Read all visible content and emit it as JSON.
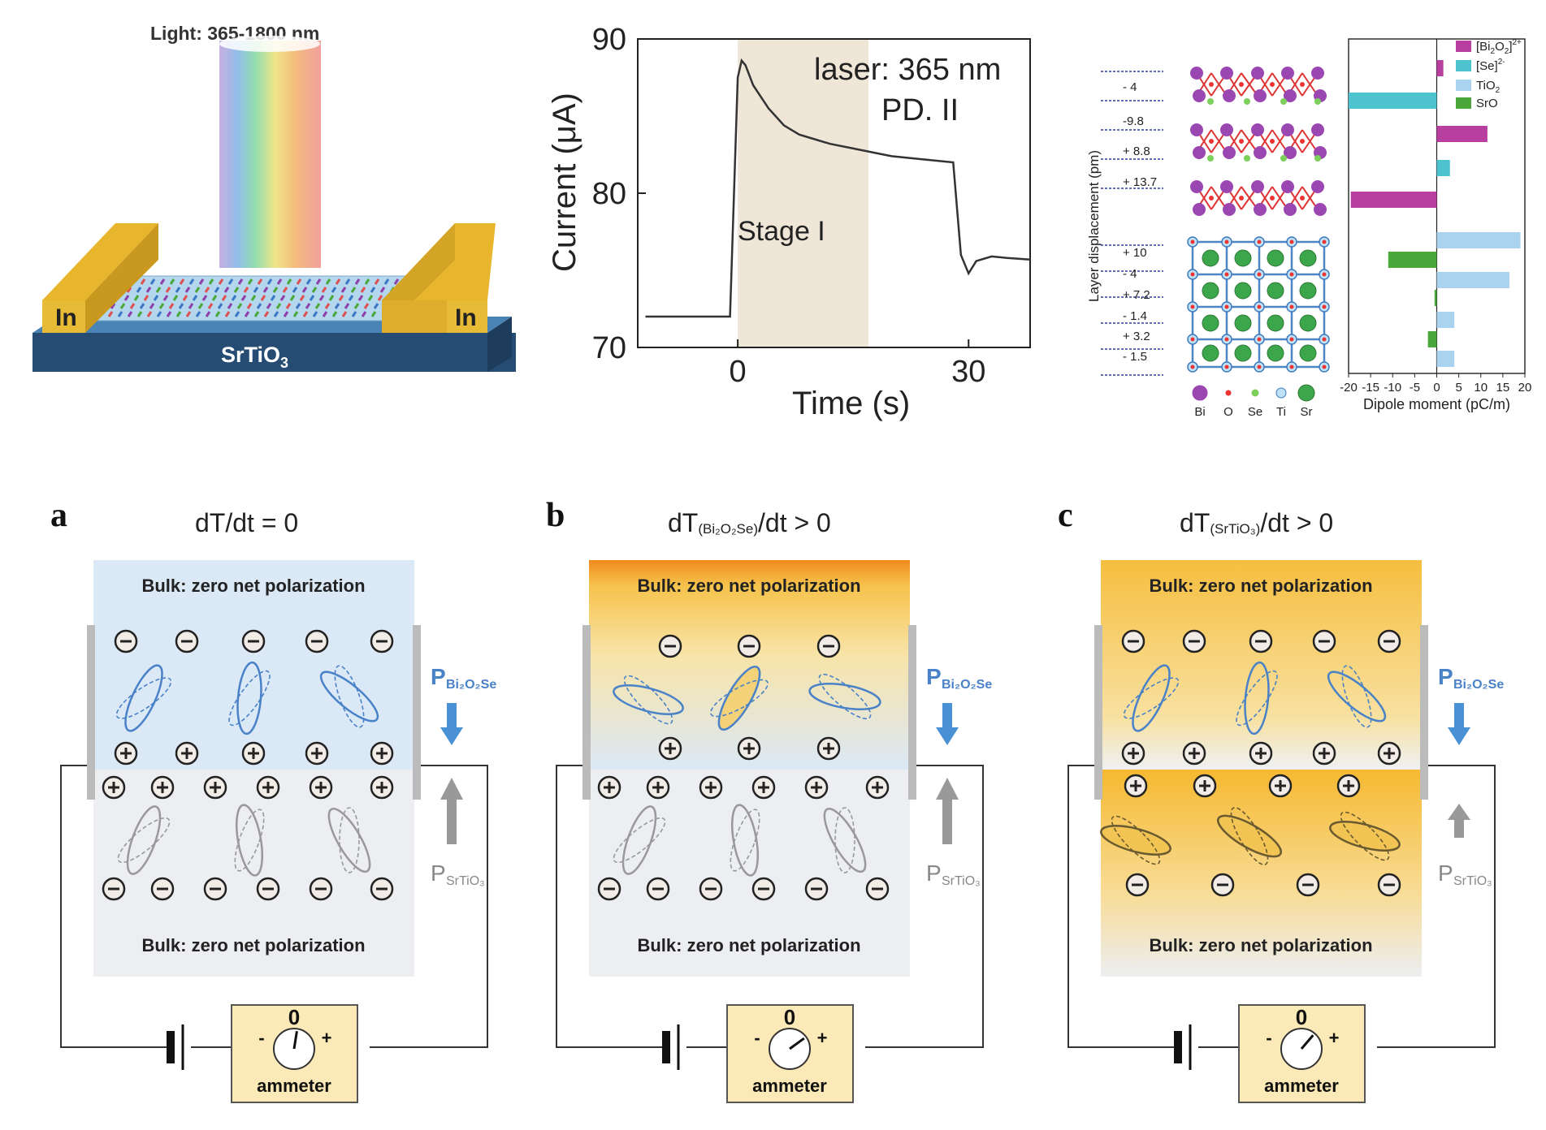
{
  "device": {
    "light_label": "Light:  365-1800 nm",
    "substrate_main": "SrTiO",
    "substrate_sub": "3",
    "electrode_left": "In",
    "electrode_right": "In"
  },
  "current_chart": {
    "ylabel": "Current (μA)",
    "xlabel": "Time (s)",
    "x_ticks": [
      "0",
      "30"
    ],
    "y_ticks": [
      "70",
      "80",
      "90"
    ],
    "annotation_line1": "laser: 365 nm",
    "annotation_line2": "PD. II",
    "stage_label": "Stage I"
  },
  "dipole_chart": {
    "ylabel": "Layer displacement (pm)",
    "xlabel": "Dipole moment (pC/m)",
    "x_ticks": [
      "-20",
      "-15",
      "-10",
      "-5",
      "0",
      "5",
      "10",
      "15",
      "20"
    ],
    "displacements": [
      "- 4",
      "-9.8",
      "+ 8.8",
      "+ 13.7",
      "+ 10",
      "- 4",
      "+ 7.2",
      "- 1.4",
      "+ 3.2",
      "- 1.5"
    ],
    "legend": [
      {
        "main": "[Bi",
        "sub": "2",
        "main2": "O",
        "sub2": "2",
        "end": "]",
        "sup": "2+",
        "color": "#b83fa0"
      },
      {
        "main": "[Se]",
        "sub": "",
        "main2": "",
        "sub2": "",
        "end": "",
        "sup": "2-",
        "color": "#4cc3cf"
      },
      {
        "main": "TiO",
        "sub": "2",
        "main2": "",
        "sub2": "",
        "end": "",
        "sup": "",
        "color": "#a9d3ef"
      },
      {
        "main": "SrO",
        "sub": "",
        "main2": "",
        "sub2": "",
        "end": "",
        "sup": "",
        "color": "#4aa83a"
      }
    ],
    "atoms": [
      "Bi",
      "O",
      "Se",
      "Ti",
      "Sr"
    ]
  },
  "chart_data": [
    {
      "type": "line",
      "x": [
        -12,
        -1,
        0,
        0.5,
        1,
        2,
        4,
        6,
        8,
        10,
        12,
        15,
        18,
        20,
        24,
        28,
        29,
        30,
        31,
        33,
        35,
        38
      ],
      "y": [
        72.0,
        72.0,
        87.5,
        88.6,
        88.3,
        87.0,
        85.5,
        84.4,
        83.8,
        83.5,
        83.2,
        82.9,
        82.6,
        82.4,
        82.2,
        82.0,
        76.0,
        74.8,
        75.6,
        75.9,
        75.8,
        75.7
      ],
      "xlabel": "Time (s)",
      "ylabel": "Current (μA)",
      "xlim": [
        -13,
        38
      ],
      "ylim": [
        70,
        90
      ],
      "shaded_region": [
        0,
        17
      ]
    },
    {
      "type": "bar",
      "orientation": "horizontal",
      "categories": [
        "- 4",
        "-9.8",
        "+ 8.8",
        "+ 13.7",
        "+ 10",
        "- 4",
        "+ 7.2",
        "- 1.4",
        "+ 3.2",
        "- 1.5"
      ],
      "bars": [
        {
          "value": 1.5,
          "group": "[Bi2O2]2+"
        },
        {
          "value": -20,
          "group": "[Se]2-"
        },
        {
          "value": 11.5,
          "group": "[Bi2O2]2+"
        },
        {
          "value": 3,
          "group": "[Se]2-"
        },
        {
          "value": -19.5,
          "group": "[Bi2O2]2+"
        },
        {
          "value": 19,
          "group": "TiO2"
        },
        {
          "value": -11,
          "group": "SrO"
        },
        {
          "value": 16.5,
          "group": "TiO2"
        },
        {
          "value": -0.5,
          "group": "SrO"
        },
        {
          "value": 4,
          "group": "TiO2"
        },
        {
          "value": -2,
          "group": "SrO"
        },
        {
          "value": 4,
          "group": "TiO2"
        }
      ],
      "xlabel": "Dipole moment (pC/m)",
      "ylabel": "Layer displacement (pm)",
      "xlim": [
        -20,
        20
      ]
    }
  ],
  "panels": [
    {
      "letter": "a",
      "title_main": "dT/dt = 0",
      "title_pre": "",
      "title_sub": "",
      "title_post": "",
      "bulk_top": "Bulk: zero net polarization",
      "bulk_bottom": "Bulk: zero net polarization",
      "p_top_main": "P",
      "p_top_sub": "Bi₂O₂Se",
      "p_bottom_main": "P",
      "p_bottom_sub": "SrTiO₃",
      "ammeter_label": "ammeter",
      "ammeter_zero": "0",
      "ammeter_minus": "-",
      "ammeter_plus": "+",
      "needle_deflection": 0.1
    },
    {
      "letter": "b",
      "title_main": "",
      "title_pre": "dT",
      "title_sub": "(Bi₂O₂Se)",
      "title_post": "/dt > 0",
      "bulk_top": "Bulk: zero net polarization",
      "bulk_bottom": "Bulk: zero net polarization",
      "p_top_main": "P",
      "p_top_sub": "Bi₂O₂Se",
      "p_bottom_main": "P",
      "p_bottom_sub": "SrTiO₃",
      "ammeter_label": "ammeter",
      "ammeter_zero": "0",
      "ammeter_minus": "-",
      "ammeter_plus": "+",
      "needle_deflection": 0.6
    },
    {
      "letter": "c",
      "title_main": "",
      "title_pre": "dT",
      "title_sub": "(SrTiO₃)",
      "title_post": "/dt > 0",
      "bulk_top": "Bulk: zero net polarization",
      "bulk_bottom": "Bulk: zero net polarization",
      "p_top_main": "P",
      "p_top_sub": "Bi₂O₂Se",
      "p_bottom_main": "P",
      "p_bottom_sub": "SrTiO₃",
      "ammeter_label": "ammeter",
      "ammeter_zero": "0",
      "ammeter_minus": "-",
      "ammeter_plus": "+",
      "needle_deflection": 0.45
    }
  ]
}
